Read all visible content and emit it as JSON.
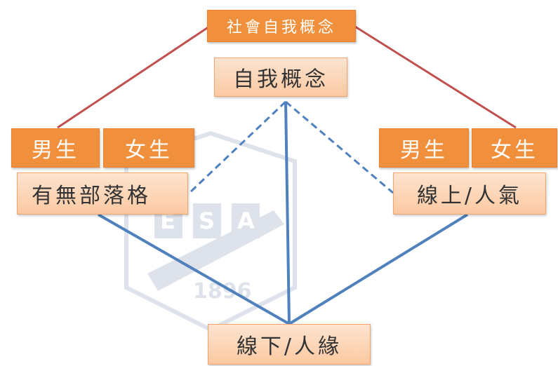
{
  "diagram": {
    "top_label": "社會自我概念",
    "center_label": "自我概念",
    "left_group": {
      "male": "男生",
      "female": "女生",
      "bottom": "有無部落格"
    },
    "right_group": {
      "male": "男生",
      "female": "女生",
      "bottom": "線上/人氣"
    },
    "bottom_label": "線下/人緣",
    "watermark_year": "1896",
    "watermark_letters": "E S A",
    "colors": {
      "orange": "#f0903c",
      "light_orange": "#fbd3b4",
      "red_line": "#c0504d",
      "blue_line": "#4f81bd"
    }
  }
}
